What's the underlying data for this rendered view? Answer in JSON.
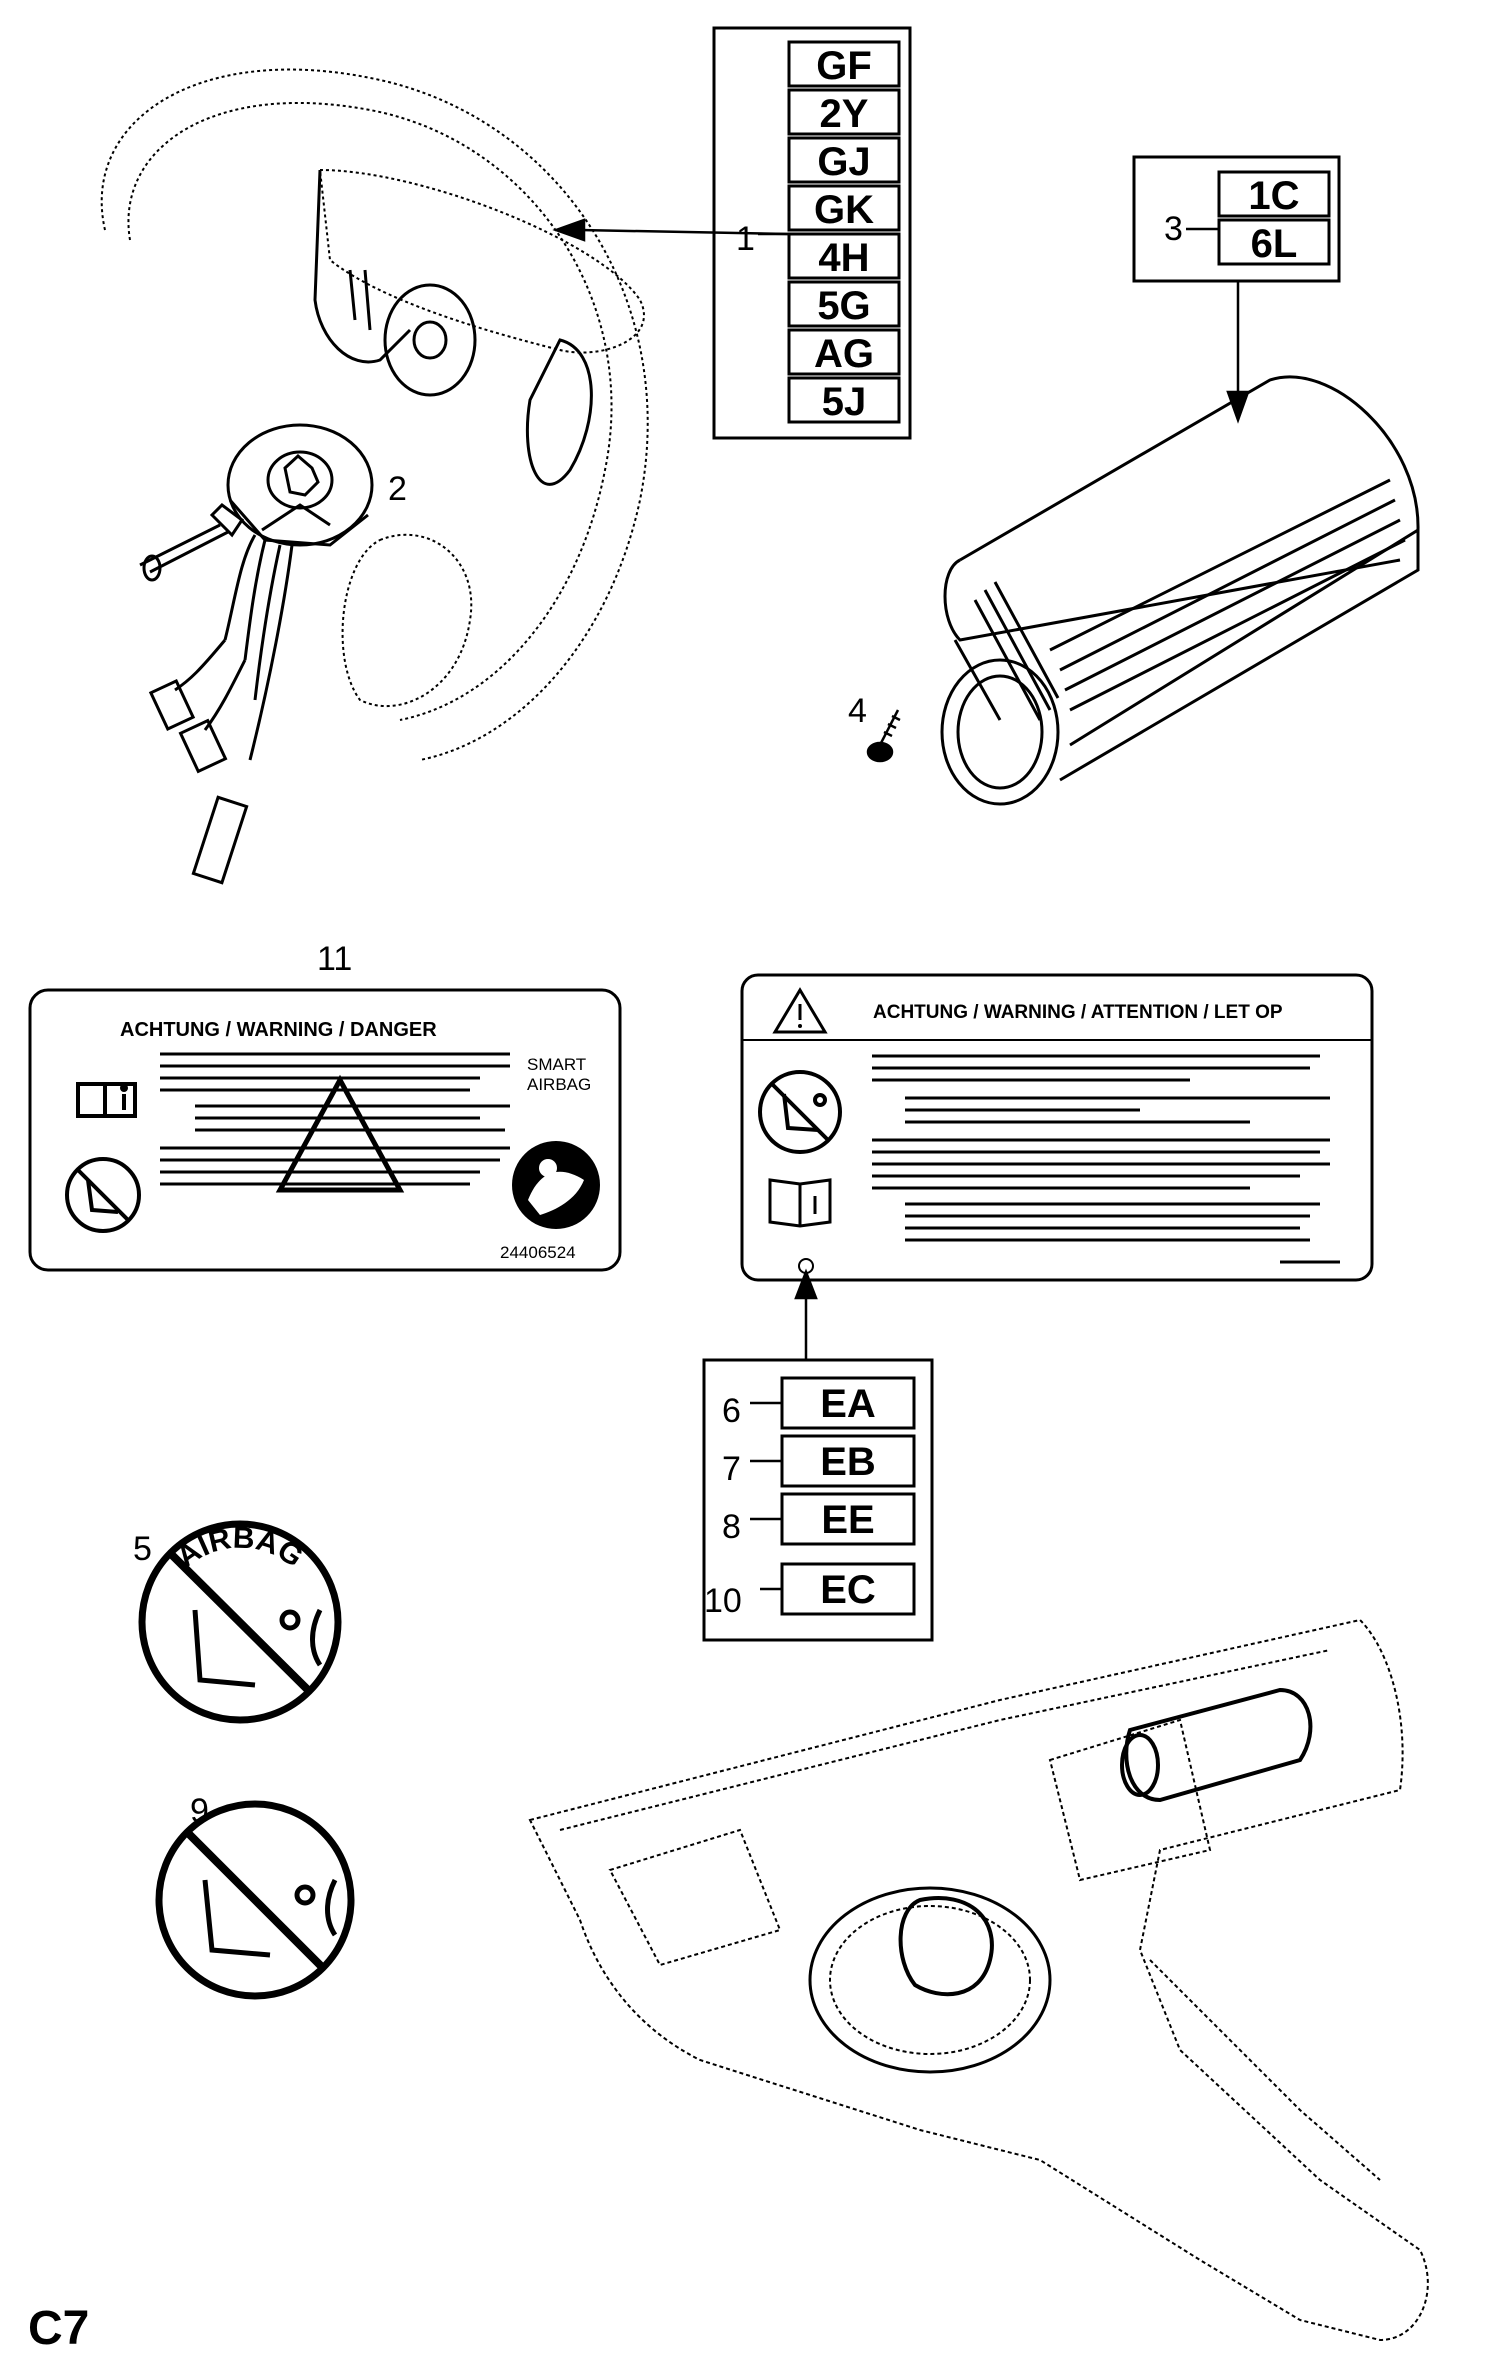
{
  "diagram": {
    "page_code": "C7",
    "callouts": {
      "c1": "1",
      "c2": "2",
      "c3": "3",
      "c4": "4",
      "c5": "5",
      "c6": "6",
      "c7": "7",
      "c8": "8",
      "c9": "9",
      "c10": "10",
      "c11": "11"
    },
    "codes_item1": [
      "GF",
      "2Y",
      "GJ",
      "GK",
      "4H",
      "5G",
      "AG",
      "5J"
    ],
    "codes_item3": [
      "1C",
      "6L"
    ],
    "codes_item6": "EA",
    "codes_item7": "EB",
    "codes_item8": "EE",
    "codes_item10": "EC",
    "label_left": {
      "heading": "ACHTUNG / WARNING / DANGER",
      "smart": "SMART",
      "airbag": "AIRBAG",
      "part_number": "24406524"
    },
    "label_right": {
      "heading": "ACHTUNG / WARNING / ATTENTION / LET OP"
    },
    "badge_top_text": "AIRBAG"
  }
}
